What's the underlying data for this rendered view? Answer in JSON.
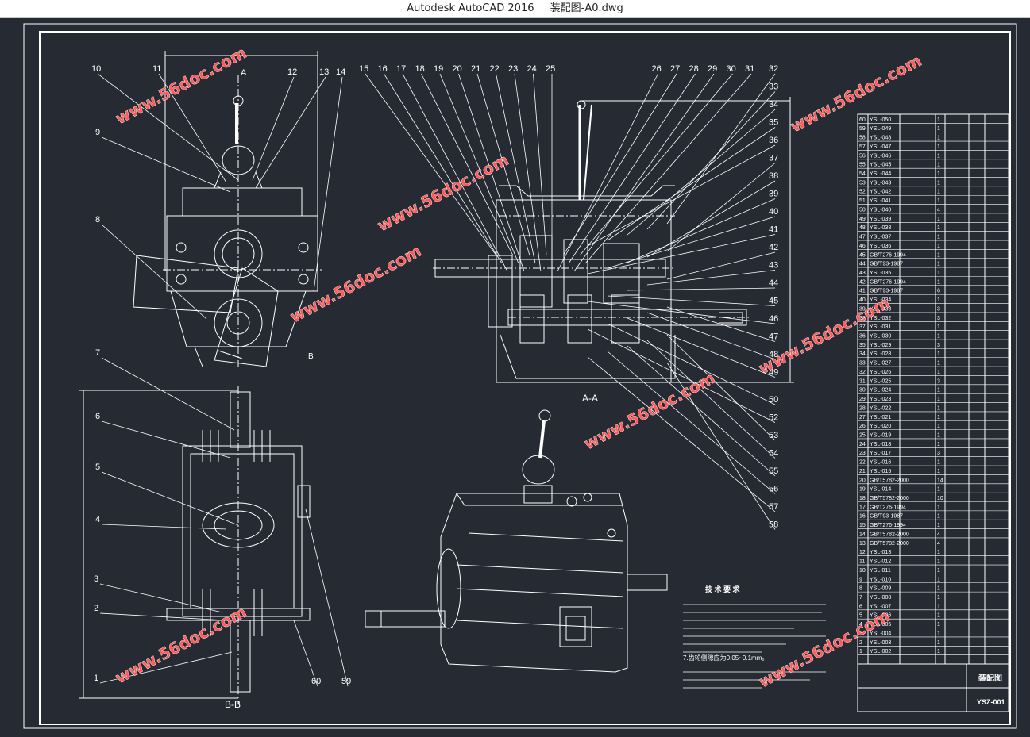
{
  "window": {
    "app_title": "Autodesk AutoCAD 2016",
    "file_name": "装配图-A0.dwg"
  },
  "drawing": {
    "view_labels": {
      "aa_marker": "A",
      "aa_section": "A-A",
      "bb_section": "B-B",
      "b_marker": "B"
    },
    "callouts_front": [
      "10",
      "11",
      "12",
      "13",
      "14",
      "9",
      "8"
    ],
    "callouts_bottom": [
      "7",
      "6",
      "5",
      "4",
      "3",
      "2",
      "1",
      "60",
      "59"
    ],
    "callouts_top_section": [
      "15",
      "16",
      "17",
      "18",
      "19",
      "20",
      "21",
      "22",
      "23",
      "24",
      "25",
      "26",
      "27",
      "28",
      "29",
      "30",
      "31"
    ],
    "callouts_right_section": [
      "32",
      "33",
      "34",
      "35",
      "36",
      "37",
      "38",
      "39",
      "40",
      "41",
      "42",
      "43",
      "44",
      "45",
      "46",
      "47",
      "48",
      "49",
      "50",
      "52",
      "53",
      "54",
      "55",
      "56",
      "57",
      "58"
    ],
    "tech_req_title": "技 术 要 求",
    "tech_req_visible": "7.齿轮侧隙应为0.05~0.1mm。",
    "title_block_name": "装配图",
    "title_block_code": "YSZ-001"
  },
  "bom_rows": [
    {
      "no": "60",
      "code": "YSL-050",
      "qty": "1"
    },
    {
      "no": "59",
      "code": "YSL-049",
      "qty": "1"
    },
    {
      "no": "58",
      "code": "YSL-048",
      "qty": "1"
    },
    {
      "no": "57",
      "code": "YSL-047",
      "qty": "1"
    },
    {
      "no": "56",
      "code": "YSL-046",
      "qty": "1"
    },
    {
      "no": "55",
      "code": "YSL-045",
      "qty": "1"
    },
    {
      "no": "54",
      "code": "YSL-044",
      "qty": "1"
    },
    {
      "no": "53",
      "code": "YSL-043",
      "qty": "1"
    },
    {
      "no": "52",
      "code": "YSL-042",
      "qty": "1"
    },
    {
      "no": "51",
      "code": "YSL-041",
      "qty": "1"
    },
    {
      "no": "50",
      "code": "YSL-040",
      "qty": "4"
    },
    {
      "no": "49",
      "code": "YSL-039",
      "qty": "1"
    },
    {
      "no": "48",
      "code": "YSL-038",
      "qty": "1"
    },
    {
      "no": "47",
      "code": "YSL-037",
      "qty": "1"
    },
    {
      "no": "46",
      "code": "YSL-036",
      "qty": "1"
    },
    {
      "no": "45",
      "code": "GB/T276-1994",
      "qty": "1"
    },
    {
      "no": "44",
      "code": "GB/T93-1987",
      "qty": "1"
    },
    {
      "no": "43",
      "code": "YSL-035",
      "qty": "1"
    },
    {
      "no": "42",
      "code": "GB/T276-1994",
      "qty": "1"
    },
    {
      "no": "41",
      "code": "GB/T93-1987",
      "qty": "6"
    },
    {
      "no": "40",
      "code": "YSL-034",
      "qty": "1"
    },
    {
      "no": "39",
      "code": "YSL-033",
      "qty": "3"
    },
    {
      "no": "38",
      "code": "YSL-032",
      "qty": "3"
    },
    {
      "no": "37",
      "code": "YSL-031",
      "qty": "1"
    },
    {
      "no": "36",
      "code": "YSL-030",
      "qty": "1"
    },
    {
      "no": "35",
      "code": "YSL-029",
      "qty": "3"
    },
    {
      "no": "34",
      "code": "YSL-028",
      "qty": "1"
    },
    {
      "no": "33",
      "code": "YSL-027",
      "qty": "1"
    },
    {
      "no": "32",
      "code": "YSL-026",
      "qty": "1"
    },
    {
      "no": "31",
      "code": "YSL-025",
      "qty": "3"
    },
    {
      "no": "30",
      "code": "YSL-024",
      "qty": "1"
    },
    {
      "no": "29",
      "code": "YSL-023",
      "qty": "1"
    },
    {
      "no": "28",
      "code": "YSL-022",
      "qty": "1"
    },
    {
      "no": "27",
      "code": "YSL-021",
      "qty": "1"
    },
    {
      "no": "26",
      "code": "YSL-020",
      "qty": "1"
    },
    {
      "no": "25",
      "code": "YSL-019",
      "qty": "1"
    },
    {
      "no": "24",
      "code": "YSL-018",
      "qty": "1"
    },
    {
      "no": "23",
      "code": "YSL-017",
      "qty": "3"
    },
    {
      "no": "22",
      "code": "YSL-016",
      "qty": "1"
    },
    {
      "no": "21",
      "code": "YSL-015",
      "qty": "1"
    },
    {
      "no": "20",
      "code": "GB/T5782-2000",
      "qty": "14"
    },
    {
      "no": "19",
      "code": "YSL-014",
      "qty": "1"
    },
    {
      "no": "18",
      "code": "GB/T5782-2000",
      "qty": "10"
    },
    {
      "no": "17",
      "code": "GB/T276-1994",
      "qty": "1"
    },
    {
      "no": "16",
      "code": "GB/T93-1987",
      "qty": "1"
    },
    {
      "no": "15",
      "code": "GB/T276-1994",
      "qty": "1"
    },
    {
      "no": "14",
      "code": "GB/T5782-2000",
      "qty": "4"
    },
    {
      "no": "13",
      "code": "GB/T5782-2000",
      "qty": "4"
    },
    {
      "no": "12",
      "code": "YSL-013",
      "qty": "1"
    },
    {
      "no": "11",
      "code": "YSL-012",
      "qty": "1"
    },
    {
      "no": "10",
      "code": "YSL-011",
      "qty": "1"
    },
    {
      "no": "9",
      "code": "YSL-010",
      "qty": "1"
    },
    {
      "no": "8",
      "code": "YSL-009",
      "qty": "1"
    },
    {
      "no": "7",
      "code": "YSL-008",
      "qty": "1"
    },
    {
      "no": "6",
      "code": "YSL-007",
      "qty": "1"
    },
    {
      "no": "5",
      "code": "YSL-006",
      "qty": "1"
    },
    {
      "no": "4",
      "code": "YSL-005",
      "qty": "1"
    },
    {
      "no": "3",
      "code": "YSL-004",
      "qty": "1"
    },
    {
      "no": "2",
      "code": "YSL-003",
      "qty": "1"
    },
    {
      "no": "1",
      "code": "YSL-002",
      "qty": "1"
    }
  ],
  "watermarks": [
    "www.56doc.com",
    "www.56doc.com",
    "www.56doc.com",
    "www.56doc.com",
    "www.56doc.com",
    "www.56doc.com",
    "www.56doc.com",
    "www.56doc.com"
  ],
  "colors": {
    "background": "#262a33",
    "line": "#ffffff",
    "watermark": "#ff5a5a"
  }
}
